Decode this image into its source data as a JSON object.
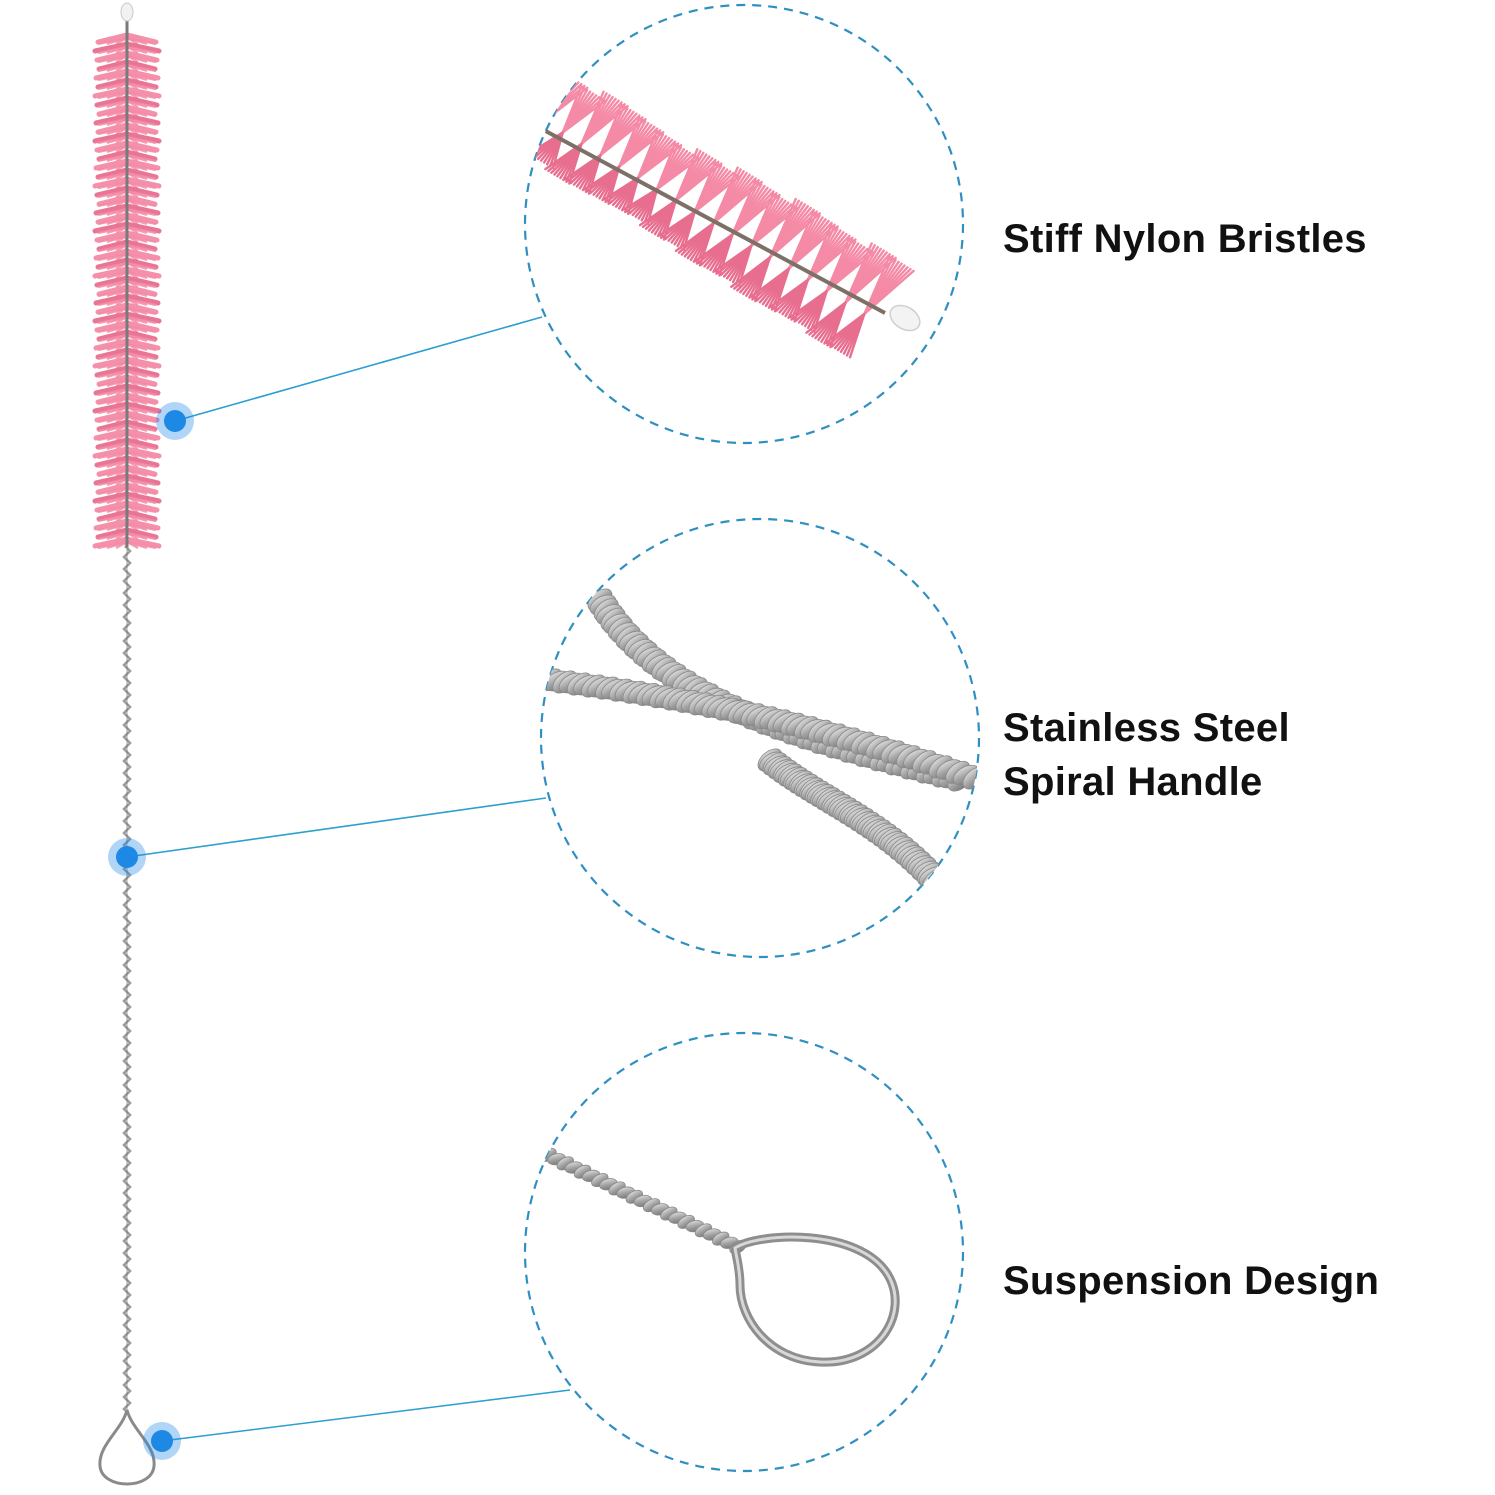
{
  "features": {
    "bristles": {
      "label": "Stiff Nylon Bristles"
    },
    "handle": {
      "line1": "Stainless Steel",
      "line2": "Spiral Handle"
    },
    "suspension": {
      "label": "Suspension Design"
    }
  },
  "colors": {
    "bristle_pink": "#f48aa6",
    "bristle_pink_dark": "#e86e8f",
    "wire_steel": "#9c9c9c",
    "wire_dark": "#6f6f6f",
    "callout_blue": "#1e88e5",
    "callout_line": "#2c9fd0",
    "circle_dash": "#2e8fc2",
    "label_text": "#111111",
    "background": "#ffffff"
  },
  "icons": {
    "product": "bottle-brush-illustration",
    "bristle_zoom": "bristle-closeup-illustration",
    "spiral_zoom": "twisted-wire-closeup-illustration",
    "loop_zoom": "hanging-loop-closeup-illustration"
  }
}
